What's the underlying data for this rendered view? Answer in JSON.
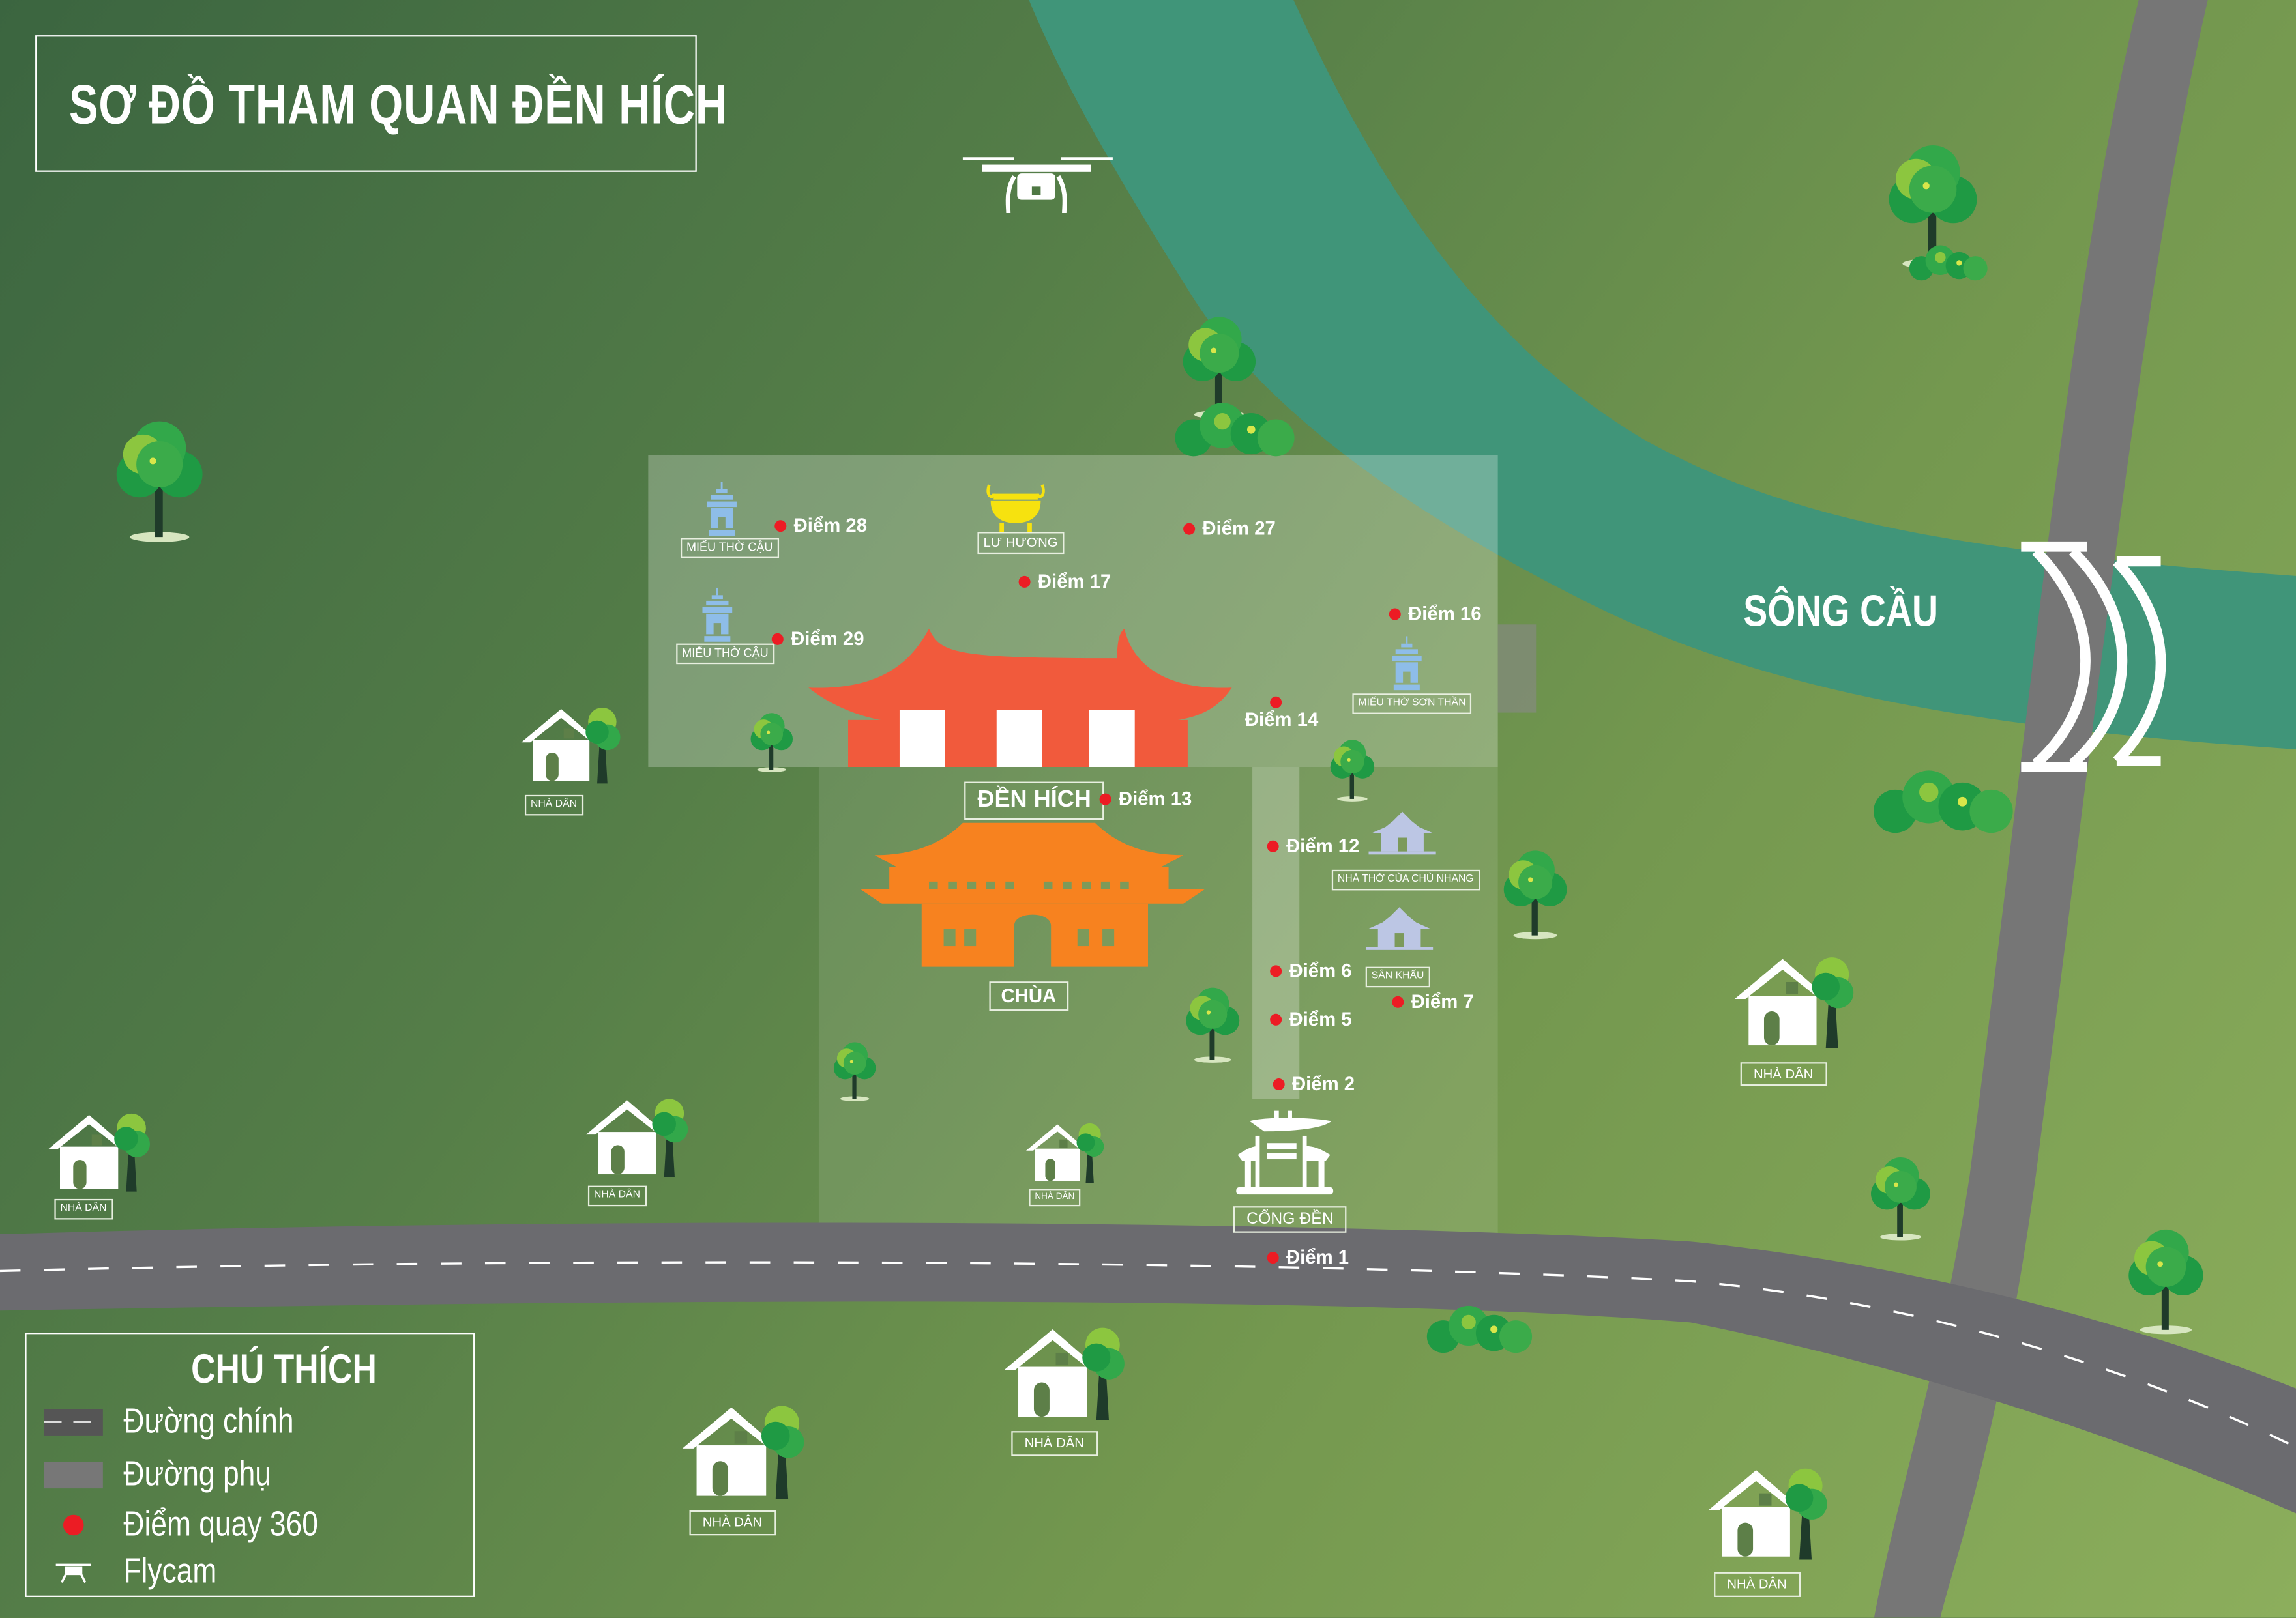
{
  "title": "SƠ ĐỒ THAM QUAN ĐỀN HÍCH",
  "river_label": "SÔNG CẦU",
  "landmarks": {
    "mieu_tho_cau_1": "MIẾU THỜ CẬU",
    "mieu_tho_cau_2": "MIẾU THỜ CẬU",
    "lu_huong": "LƯ HƯƠNG",
    "mieu_tho_son_than": "MIẾU THỜ SƠN THẦN",
    "den_hich": "ĐỀN HÍCH",
    "chua": "CHÙA",
    "nha_tho_chu_nhang": "NHÀ THỜ CỦA CHỦ NHANG",
    "san_khau": "SÂN KHẤU",
    "cong_den": "CỔNG ĐỀN"
  },
  "houses": [
    "NHÀ DÂN",
    "NHÀ DÂN",
    "NHÀ DÂN",
    "NHÀ DÂN",
    "NHÀ DÂN",
    "NHÀ DÂN",
    "NHÀ DÂN",
    "NHÀ DÂN"
  ],
  "points": {
    "p28": "Điểm 28",
    "p27": "Điểm 27",
    "p17": "Điểm 17",
    "p29": "Điểm 29",
    "p16": "Điểm 16",
    "p14": "Điểm 14",
    "p13": "Điểm 13",
    "p12": "Điểm 12",
    "p6": "Điểm 6",
    "p5": "Điểm 5",
    "p7": "Điểm 7",
    "p2": "Điểm 2",
    "p1": "Điểm 1"
  },
  "legend": {
    "title": "CHÚ THÍCH",
    "items": [
      {
        "label": "Đường chính",
        "icon": "main-road-swatch"
      },
      {
        "label": "Đường phụ",
        "icon": "side-road-swatch"
      },
      {
        "label": "Điểm quay 360",
        "icon": "red-dot"
      },
      {
        "label": "Flycam",
        "icon": "drone-icon"
      }
    ]
  },
  "colors": {
    "river": "#409579",
    "road": "#6b6b6f",
    "side_road": "#767676",
    "point": "#ec1c24",
    "den_hich": "#f15a3c",
    "chua": "#f7821f",
    "pagoda": "#8ebde8",
    "incense": "#f6e20f",
    "hall": "#bcc6e4"
  }
}
